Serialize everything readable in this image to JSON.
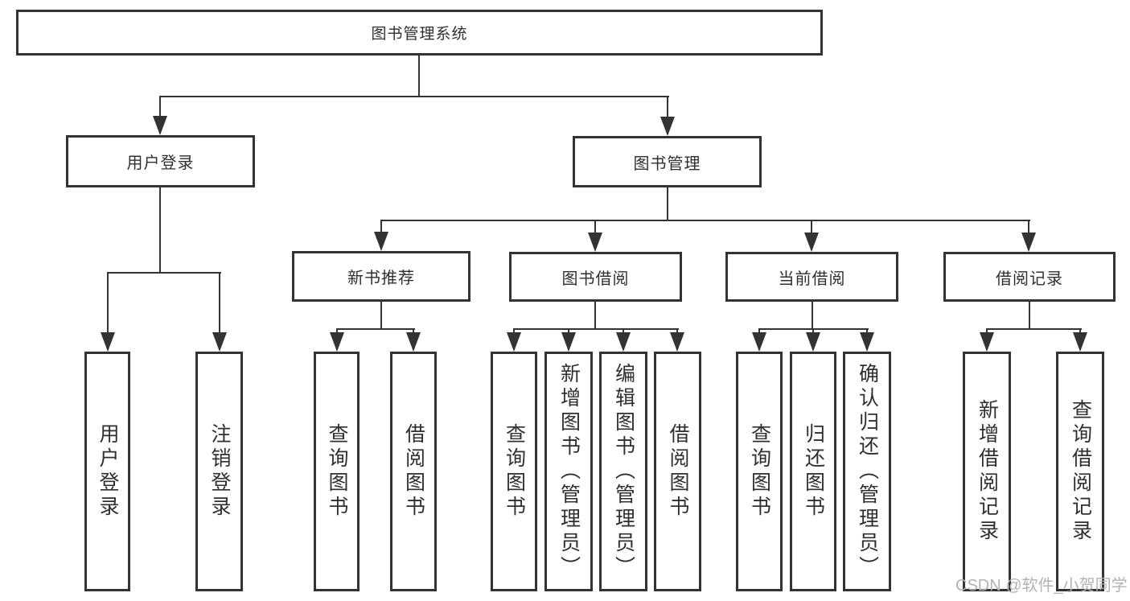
{
  "diagram": {
    "root": {
      "label": "图书管理系统"
    },
    "branches": [
      {
        "label": "用户登录",
        "children": [
          {
            "label": "用户登录"
          },
          {
            "label": "注销登录"
          }
        ]
      },
      {
        "label": "图书管理",
        "children": [
          {
            "label": "新书推荐",
            "children": [
              {
                "label": "查询图书"
              },
              {
                "label": "借阅图书"
              }
            ]
          },
          {
            "label": "图书借阅",
            "children": [
              {
                "label": "查询图书"
              },
              {
                "label": "新增图书（管理员）"
              },
              {
                "label": "编辑图书（管理员）"
              },
              {
                "label": "借阅图书"
              }
            ]
          },
          {
            "label": "当前借阅",
            "children": [
              {
                "label": "查询图书"
              },
              {
                "label": "归还图书"
              },
              {
                "label": "确认归还（管理员）"
              }
            ]
          },
          {
            "label": "借阅记录",
            "children": [
              {
                "label": "新增借阅记录"
              },
              {
                "label": "查询借阅记录"
              }
            ]
          }
        ]
      }
    ]
  },
  "watermark": {
    "text": "CSDN @软件_小贺同学"
  },
  "colors": {
    "line": "#333333",
    "text": "#2f2f2f",
    "background": "#ffffff",
    "watermark": "#b3b3b3"
  }
}
